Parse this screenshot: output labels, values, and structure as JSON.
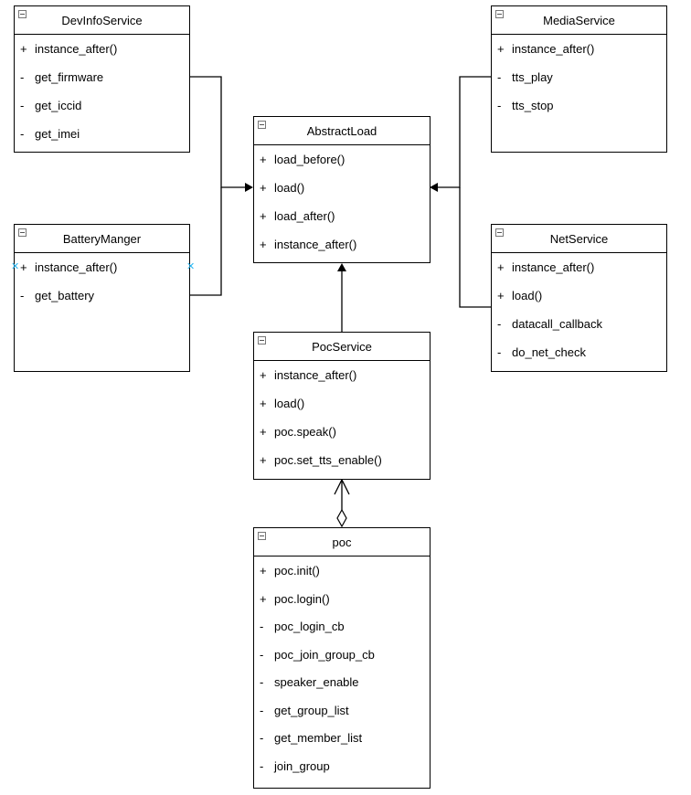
{
  "classes": {
    "devinfo": {
      "title": "DevInfoService",
      "members": [
        {
          "vis": "+",
          "name": "instance_after()"
        },
        {
          "vis": "-",
          "name": "get_firmware"
        },
        {
          "vis": "-",
          "name": "get_iccid"
        },
        {
          "vis": "-",
          "name": "get_imei"
        }
      ]
    },
    "battery": {
      "title": "BatteryManger",
      "members": [
        {
          "vis": "+",
          "name": "instance_after()"
        },
        {
          "vis": "-",
          "name": "get_battery"
        }
      ]
    },
    "abstractload": {
      "title": "AbstractLoad",
      "members": [
        {
          "vis": "+",
          "name": "load_before()"
        },
        {
          "vis": "+",
          "name": "load()"
        },
        {
          "vis": "+",
          "name": "load_after()"
        },
        {
          "vis": "+",
          "name": "instance_after()"
        }
      ]
    },
    "media": {
      "title": "MediaService",
      "members": [
        {
          "vis": "+",
          "name": "instance_after()"
        },
        {
          "vis": "-",
          "name": "tts_play"
        },
        {
          "vis": "-",
          "name": "tts_stop"
        }
      ]
    },
    "net": {
      "title": "NetService",
      "members": [
        {
          "vis": "+",
          "name": "instance_after()"
        },
        {
          "vis": "+",
          "name": "load()"
        },
        {
          "vis": "-",
          "name": "datacall_callback"
        },
        {
          "vis": "-",
          "name": "do_net_check"
        }
      ]
    },
    "poc_service": {
      "title": "PocService",
      "members": [
        {
          "vis": "+",
          "name": "instance_after()"
        },
        {
          "vis": "+",
          "name": "load()"
        },
        {
          "vis": "+",
          "name": "poc.speak()"
        },
        {
          "vis": "+",
          "name": "poc.set_tts_enable()"
        }
      ]
    },
    "poc": {
      "title": "poc",
      "members": [
        {
          "vis": "+",
          "name": "poc.init()"
        },
        {
          "vis": "+",
          "name": "poc.login()"
        },
        {
          "vis": "-",
          "name": "poc_login_cb"
        },
        {
          "vis": "-",
          "name": "poc_join_group_cb"
        },
        {
          "vis": "-",
          "name": "speaker_enable"
        },
        {
          "vis": "-",
          "name": "get_group_list"
        },
        {
          "vis": "-",
          "name": "get_member_list"
        },
        {
          "vis": "-",
          "name": "join_group"
        }
      ]
    }
  },
  "relations": [
    {
      "from": "devinfo",
      "to": "abstractload",
      "kind": "generalization"
    },
    {
      "from": "battery",
      "to": "abstractload",
      "kind": "generalization"
    },
    {
      "from": "media",
      "to": "abstractload",
      "kind": "generalization"
    },
    {
      "from": "net",
      "to": "abstractload",
      "kind": "generalization"
    },
    {
      "from": "poc_service",
      "to": "abstractload",
      "kind": "generalization"
    },
    {
      "from": "poc",
      "to": "poc_service",
      "kind": "aggregation"
    }
  ],
  "colors": {
    "line": "#000000",
    "border": "#000000",
    "selection_handle": "#29b6f2"
  }
}
